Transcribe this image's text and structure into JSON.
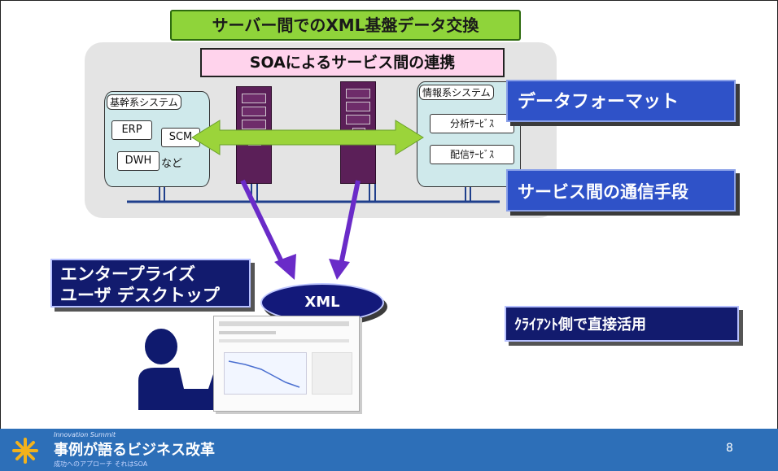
{
  "title": "サーバー間でのXML基盤データ交換",
  "soa_label": "SOAによるサービス間の連携",
  "left_system": {
    "label": "基幹系システム",
    "items": [
      "ERP",
      "SCM",
      "DWH"
    ],
    "etc": "など"
  },
  "right_system": {
    "label": "情報系システム",
    "items": [
      "分析ｻｰﾋﾞｽ",
      "配信ｻｰﾋﾞｽ"
    ]
  },
  "callouts": {
    "data_format": "データフォーマット",
    "communication": "サービス間の通信手段",
    "client_use": "ｸﾗｲｱﾝﾄ側で直接活用"
  },
  "enterprise_label_line1": "エンタープライズ",
  "enterprise_label_line2": "ユーザ デスクトップ",
  "xml_label": "XML",
  "footer": {
    "subtitle_small": "Innovation Summit",
    "brand": "事例が語るビジネス改革",
    "tagline": "成功へのアプローチ それはSOA",
    "page_number": "8"
  },
  "colors": {
    "title_bg": "#8fd43a",
    "soa_bg": "#ffd3ec",
    "callout_blue": "#2f52c8",
    "navy": "#121b6e",
    "arrow_green": "#9bd43a",
    "arrow_purple": "#6a2bc8",
    "server": "#5b1f58",
    "footer_bg": "#2d6fb8"
  }
}
